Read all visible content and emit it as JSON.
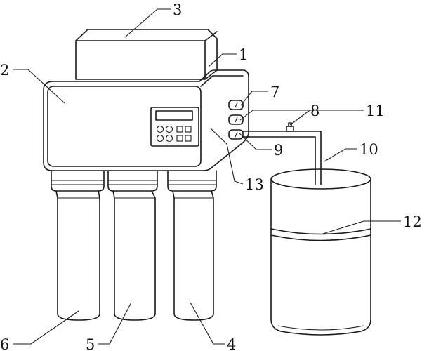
{
  "labels": {
    "l1": "1",
    "l2": "2",
    "l3": "3",
    "l4": "4",
    "l5": "5",
    "l6": "6",
    "l7": "7",
    "l8": "8",
    "l9": "9",
    "l10": "10",
    "l11": "11",
    "l12": "12",
    "l13": "13"
  },
  "colors": {
    "line": "#1a1a1a",
    "background": "#ffffff"
  }
}
